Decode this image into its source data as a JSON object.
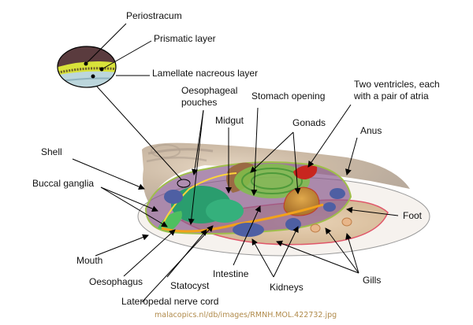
{
  "diagram": {
    "subject": "Chiton / mollusc anatomy (cutaway)",
    "colors": {
      "shell_light": "#d9c8b3",
      "shell_dark": "#b3a18f",
      "periostracum": "#5a3b3e",
      "prismatic": "#d8e23a",
      "nacre": "#a9c7d0",
      "green_organ": "#2a9d6e",
      "gut_purple": "#8c5c8e",
      "gonad_green": "#7fbf4a",
      "ventricle_red": "#c8261f",
      "gonad_brown": "#c98f3c",
      "kidney_blue": "#4e5fa3",
      "nerve_orange": "#f2a21a",
      "foot_tan": "#dcc2a0",
      "foot_edge": "#e0566a"
    },
    "labels": {
      "periostracum": "Periostracum",
      "prismatic_layer": "Prismatic layer",
      "lamellate_nacreous_layer": "Lamellate nacreous layer",
      "oesophageal_pouches_line1": "Oesophageal",
      "oesophageal_pouches_line2": "pouches",
      "stomach_opening": "Stomach opening",
      "two_ventricles_line1": "Two ventricles, each",
      "two_ventricles_line2": "with a pair of atria",
      "midgut": "Midgut",
      "gonads": "Gonads",
      "anus": "Anus",
      "shell": "Shell",
      "buccal_ganglia": "Buccal ganglia",
      "foot": "Foot",
      "mouth": "Mouth",
      "oesophagus": "Oesophagus",
      "statocyst": "Statocyst",
      "intestine": "Intestine",
      "kidneys": "Kidneys",
      "gills": "Gills",
      "lateropedal_nerve_cord": "Lateropedal nerve cord"
    },
    "credit": "malacopics.nl/db/images/RMNH.MOL.422732.jpg"
  }
}
